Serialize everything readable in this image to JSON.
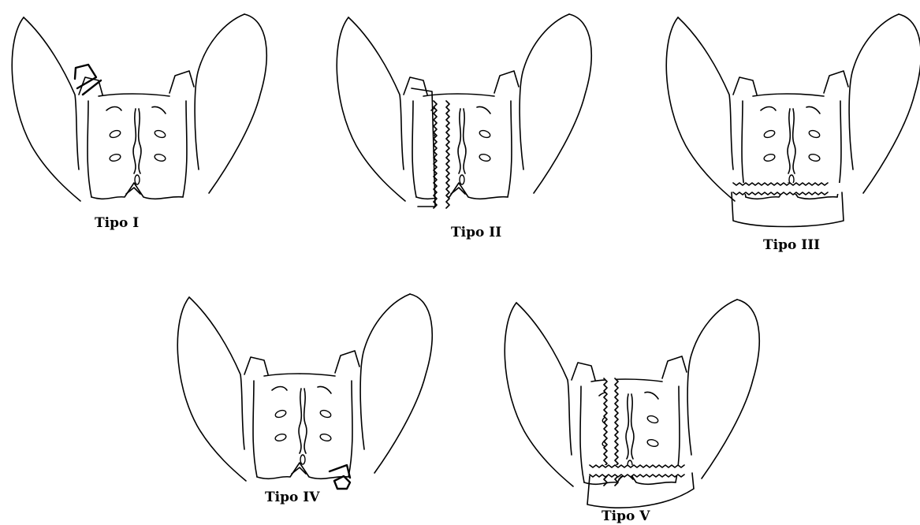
{
  "figures": [
    {
      "label": "Tipo I"
    },
    {
      "label": "Tipo II"
    },
    {
      "label": "Tipo III"
    },
    {
      "label": "Tipo IV"
    },
    {
      "label": "Tipo V"
    }
  ]
}
